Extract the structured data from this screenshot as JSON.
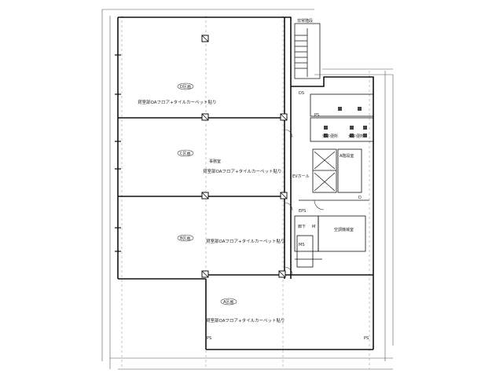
{
  "rooms": {
    "d": {
      "badge": "D区画",
      "desc": "貸室部OAフロア+タイルカーペット貼り"
    },
    "c": {
      "badge": "C区画",
      "desc": "貸室部OAフロア+タイルカーペット貼り",
      "label": "事務室"
    },
    "b": {
      "badge": "B区画",
      "desc": "貸室部OAフロア+タイルカーペット貼り"
    },
    "a": {
      "badge": "A区画",
      "desc": "貸室部OAフロア+タイルカーペット貼り"
    }
  },
  "core": {
    "stair_label": "非常階段",
    "ev_hall": "EVホール",
    "male_wc": "男子便所",
    "female_wc": "女子便所",
    "ps": "PS",
    "ms": "MS",
    "corridor": "廊下",
    "elec": "EPS",
    "mech_room": "空調機械室",
    "a_stair": "A階段室",
    "ds": "DS",
    "m": "M"
  },
  "markers": {
    "ps_bottom_left": "PS",
    "ps_bottom_right": "PS",
    "d_tag": "D"
  }
}
